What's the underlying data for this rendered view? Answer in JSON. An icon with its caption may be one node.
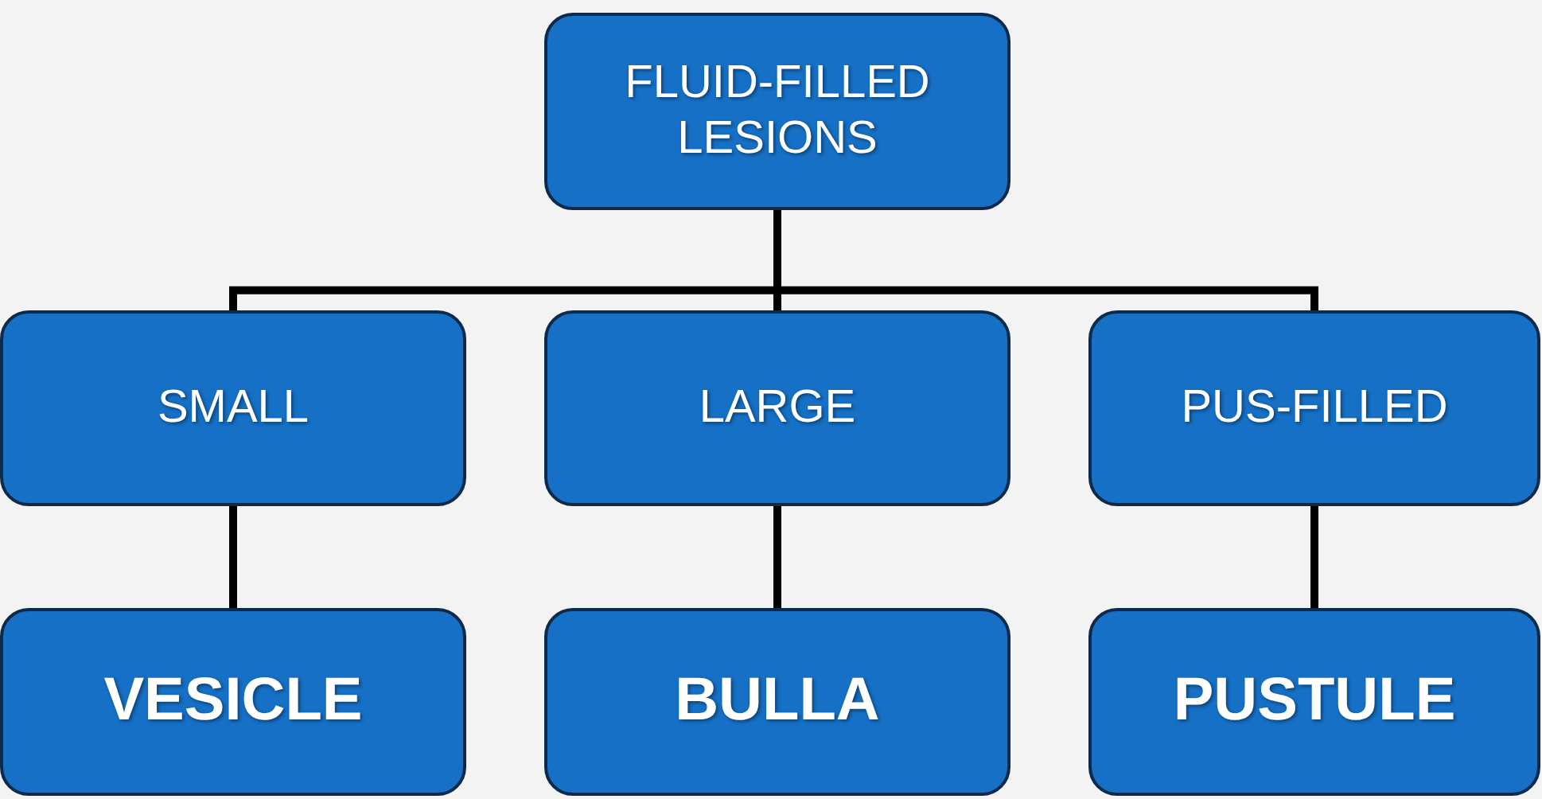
{
  "diagram": {
    "nodes": [
      {
        "text": [
          "FLUID-FILLED LESIONS"
        ]
      },
      {
        "text": [
          "SMALL"
        ]
      },
      {
        "text": [
          "LARGE"
        ]
      },
      {
        "text": [
          "PUS-FILLED"
        ]
      },
      {
        "text": [
          "VESICLE"
        ]
      },
      {
        "text": [
          "BULLA"
        ]
      },
      {
        "text": [
          "PUSTULE"
        ]
      }
    ],
    "edges": [
      {
        "from": 0,
        "to": 1,
        "arrow": "none"
      },
      {
        "from": 0,
        "to": 2,
        "arrow": "none"
      },
      {
        "from": 0,
        "to": 3,
        "arrow": "none"
      },
      {
        "from": 1,
        "to": 4,
        "arrow": "none"
      },
      {
        "from": 2,
        "to": 5,
        "arrow": "none"
      },
      {
        "from": 3,
        "to": 6,
        "arrow": "none"
      }
    ]
  }
}
